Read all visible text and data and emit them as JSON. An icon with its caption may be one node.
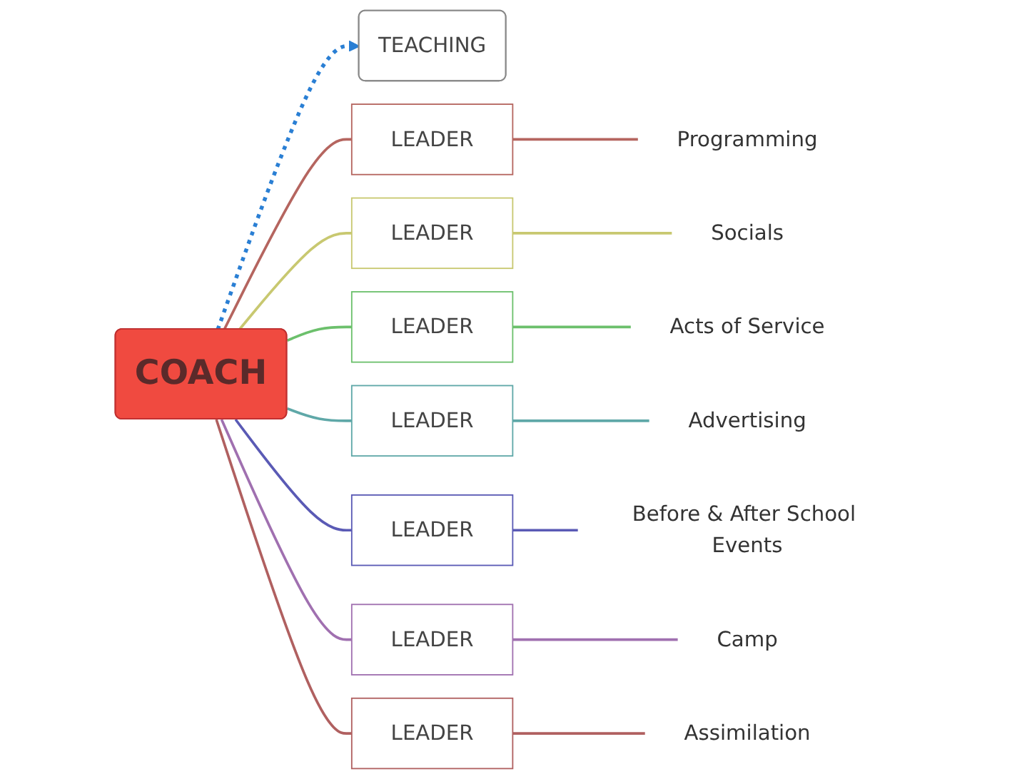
{
  "diagram": {
    "nodes": [
      {
        "text": [
          "COACH"
        ]
      },
      {
        "text": [
          "TEACHING"
        ]
      },
      {
        "text": [
          "LEADER"
        ]
      },
      {
        "text": [
          "LEADER"
        ]
      },
      {
        "text": [
          "LEADER"
        ]
      },
      {
        "text": [
          "LEADER"
        ]
      },
      {
        "text": [
          "LEADER"
        ]
      },
      {
        "text": [
          "LEADER"
        ]
      },
      {
        "text": [
          "LEADER"
        ]
      },
      {
        "text": [
          "Programming"
        ]
      },
      {
        "text": [
          "Socials"
        ]
      },
      {
        "text": [
          "Acts of Service"
        ]
      },
      {
        "text": [
          "Advertising"
        ]
      },
      {
        "text": [
          "Before & After School Events"
        ]
      },
      {
        "text": [
          "Camp"
        ]
      },
      {
        "text": [
          "Assimilation"
        ]
      }
    ],
    "edges": [
      {
        "from": 0,
        "to": 1,
        "arrow": "to",
        "style": "dashed",
        "color": "#2a7fd4"
      },
      {
        "from": 0,
        "to": 2,
        "arrow": "none",
        "color": "#b5655f"
      },
      {
        "from": 0,
        "to": 3,
        "arrow": "none",
        "color": "#c8c870"
      },
      {
        "from": 0,
        "to": 4,
        "arrow": "none",
        "color": "#6cc06c"
      },
      {
        "from": 0,
        "to": 5,
        "arrow": "none",
        "color": "#5fa8a8"
      },
      {
        "from": 0,
        "to": 6,
        "arrow": "none",
        "color": "#5a5ab5"
      },
      {
        "from": 0,
        "to": 7,
        "arrow": "none",
        "color": "#a070b0"
      },
      {
        "from": 0,
        "to": 8,
        "arrow": "none",
        "color": "#b06060"
      },
      {
        "from": 2,
        "to": 9,
        "arrow": "none",
        "color": "#b5655f"
      },
      {
        "from": 3,
        "to": 10,
        "arrow": "none",
        "color": "#c8c870"
      },
      {
        "from": 4,
        "to": 11,
        "arrow": "none",
        "color": "#6cc06c"
      },
      {
        "from": 5,
        "to": 12,
        "arrow": "none",
        "color": "#5fa8a8"
      },
      {
        "from": 6,
        "to": 13,
        "arrow": "none",
        "color": "#5a5ab5"
      },
      {
        "from": 7,
        "to": 14,
        "arrow": "none",
        "color": "#a070b0"
      },
      {
        "from": 8,
        "to": 15,
        "arrow": "none",
        "color": "#b06060"
      }
    ]
  }
}
